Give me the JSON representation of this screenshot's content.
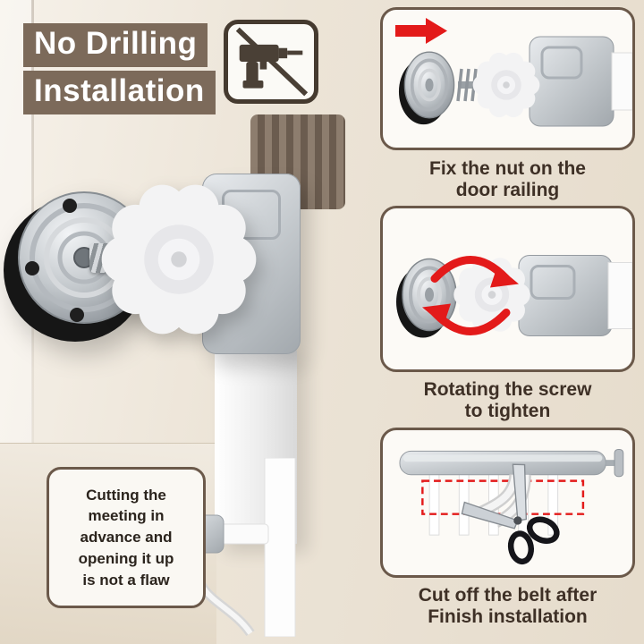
{
  "title": {
    "line1": "No Drilling",
    "line2": "Installation"
  },
  "steps": [
    {
      "caption_line1": "Fix the nut on the",
      "caption_line2": "door railing"
    },
    {
      "caption_line1": "Rotating the screw",
      "caption_line2": "to tighten"
    },
    {
      "caption_line1": "Cut off the belt after",
      "caption_line2": "Finish installation"
    }
  ],
  "note": {
    "line1": "Cutting the",
    "line2": "meeting in",
    "line3": "advance and",
    "line4": "opening it up",
    "line5": "is not a flaw"
  },
  "icons": {
    "no_drill": "no-drilling-icon",
    "red_arrow": "red-arrow-icon",
    "rotate_arrows": "rotate-arrows-icon",
    "scissors": "scissors-icon"
  },
  "colors": {
    "background": "#ece4d8",
    "title_chip": "#7c6a5a",
    "panel_border": "#6b594a",
    "caption_text": "#3e3026",
    "accent_red": "#e31a1a",
    "metal_gray": "#b8bdc2",
    "knob_white": "#f3f3f4"
  }
}
